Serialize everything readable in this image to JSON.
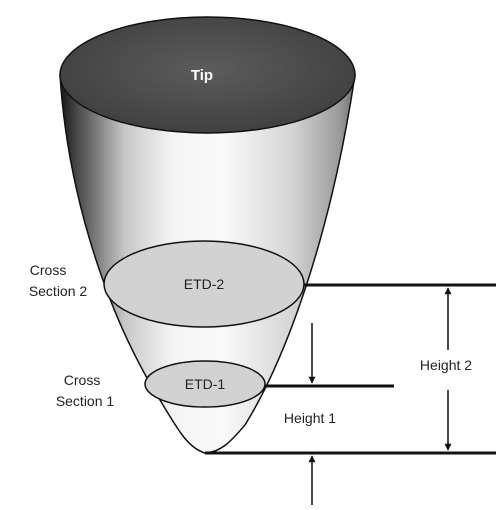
{
  "labels": {
    "tip": "Tip",
    "etd2": "ETD-2",
    "etd1": "ETD-1",
    "cross_section_2": [
      "Cross",
      "Section 2"
    ],
    "cross_section_1": [
      "Cross",
      "Section 1"
    ],
    "height_2": "Height 2",
    "height_1": "Height 1"
  },
  "colors": {
    "tip_top": "#545454",
    "cross_section_fill": "#d2d2d2",
    "line": "#111111",
    "label_text": "#222222"
  }
}
